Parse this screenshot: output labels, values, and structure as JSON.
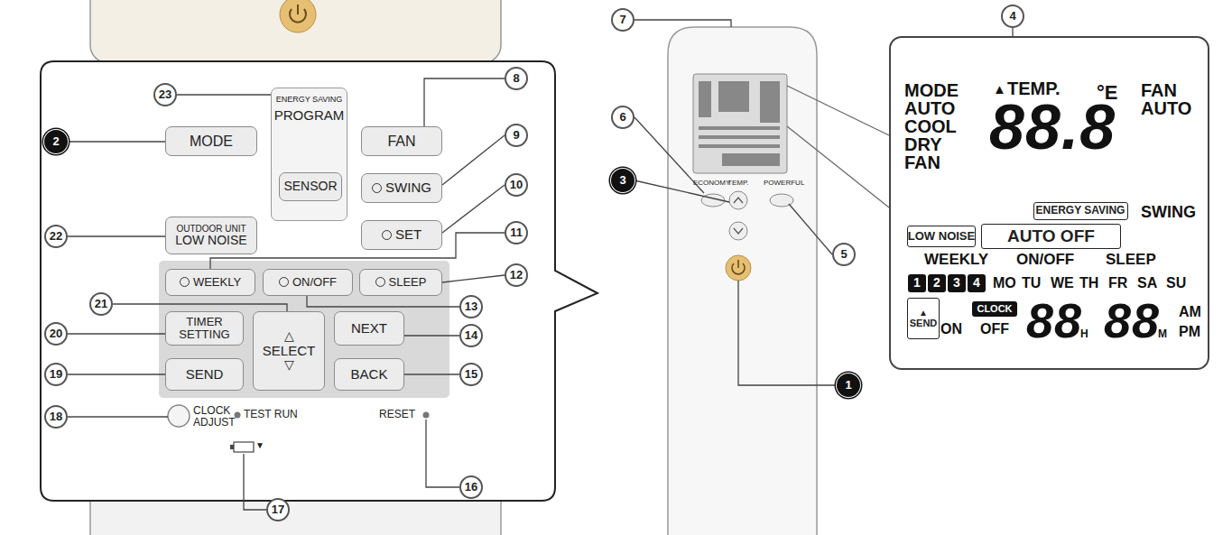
{
  "diagram": {
    "nodes": [
      {
        "text": [
          "MODE"
        ]
      },
      {
        "text": [
          "ENERGY SAVING",
          "PROGRAM"
        ]
      },
      {
        "text": [
          "SENSOR"
        ],
        "in": 1
      },
      {
        "text": [
          "FAN"
        ]
      },
      {
        "text": [
          "SWING"
        ]
      },
      {
        "text": [
          "SET"
        ]
      },
      {
        "text": [
          "OUTDOOR UNIT",
          "LOW NOISE"
        ]
      },
      {
        "text": [
          "WEEKLY"
        ]
      },
      {
        "text": [
          "ON/OFF"
        ]
      },
      {
        "text": [
          "SLEEP"
        ]
      },
      {
        "text": [
          "TIMER SETTING"
        ]
      },
      {
        "text": [
          "△",
          "SELECT",
          "▽"
        ]
      },
      {
        "text": [
          "NEXT"
        ]
      },
      {
        "text": [
          "SEND"
        ]
      },
      {
        "text": [
          "BACK"
        ]
      },
      {
        "text": [
          "MODE",
          "AUTO",
          "COOL",
          "DRY",
          "FAN",
          "▲",
          "TEMP.",
          "88.8",
          "°E",
          "FAN",
          "AUTO",
          "SWING",
          "WEEKLY",
          "ON/OFF",
          "SLEEP",
          "MO",
          "TU",
          "WE",
          "TH",
          "FR",
          "SA",
          "SU",
          "ON",
          "OFF",
          "88",
          "H",
          "88",
          "M",
          "AM",
          "PM"
        ]
      },
      {
        "text": [
          "ENERGY SAVING"
        ],
        "in": 15
      },
      {
        "text": [
          "LOW NOISE"
        ],
        "in": 15
      },
      {
        "text": [
          "AUTO OFF"
        ],
        "in": 15
      },
      {
        "text": [
          "1"
        ],
        "in": 15
      },
      {
        "text": [
          "2"
        ],
        "in": 15
      },
      {
        "text": [
          "3"
        ],
        "in": 15
      },
      {
        "text": [
          "4"
        ],
        "in": 15
      },
      {
        "text": [
          "▲",
          "SEND"
        ],
        "in": 15
      },
      {
        "text": [
          "CLOCK"
        ],
        "in": 15
      }
    ],
    "labels": [
      "23",
      "2",
      "22",
      "21",
      "20",
      "19",
      "18",
      "17",
      "16",
      "15",
      "14",
      "13",
      "12",
      "11",
      "10",
      "9",
      "8",
      "CLOCK ADJUST",
      "TEST RUN",
      "RESET",
      "▼",
      "7",
      "6",
      "3",
      "5",
      "1",
      "4",
      "ECONOMY",
      "TEMP.",
      "POWERFUL"
    ]
  }
}
